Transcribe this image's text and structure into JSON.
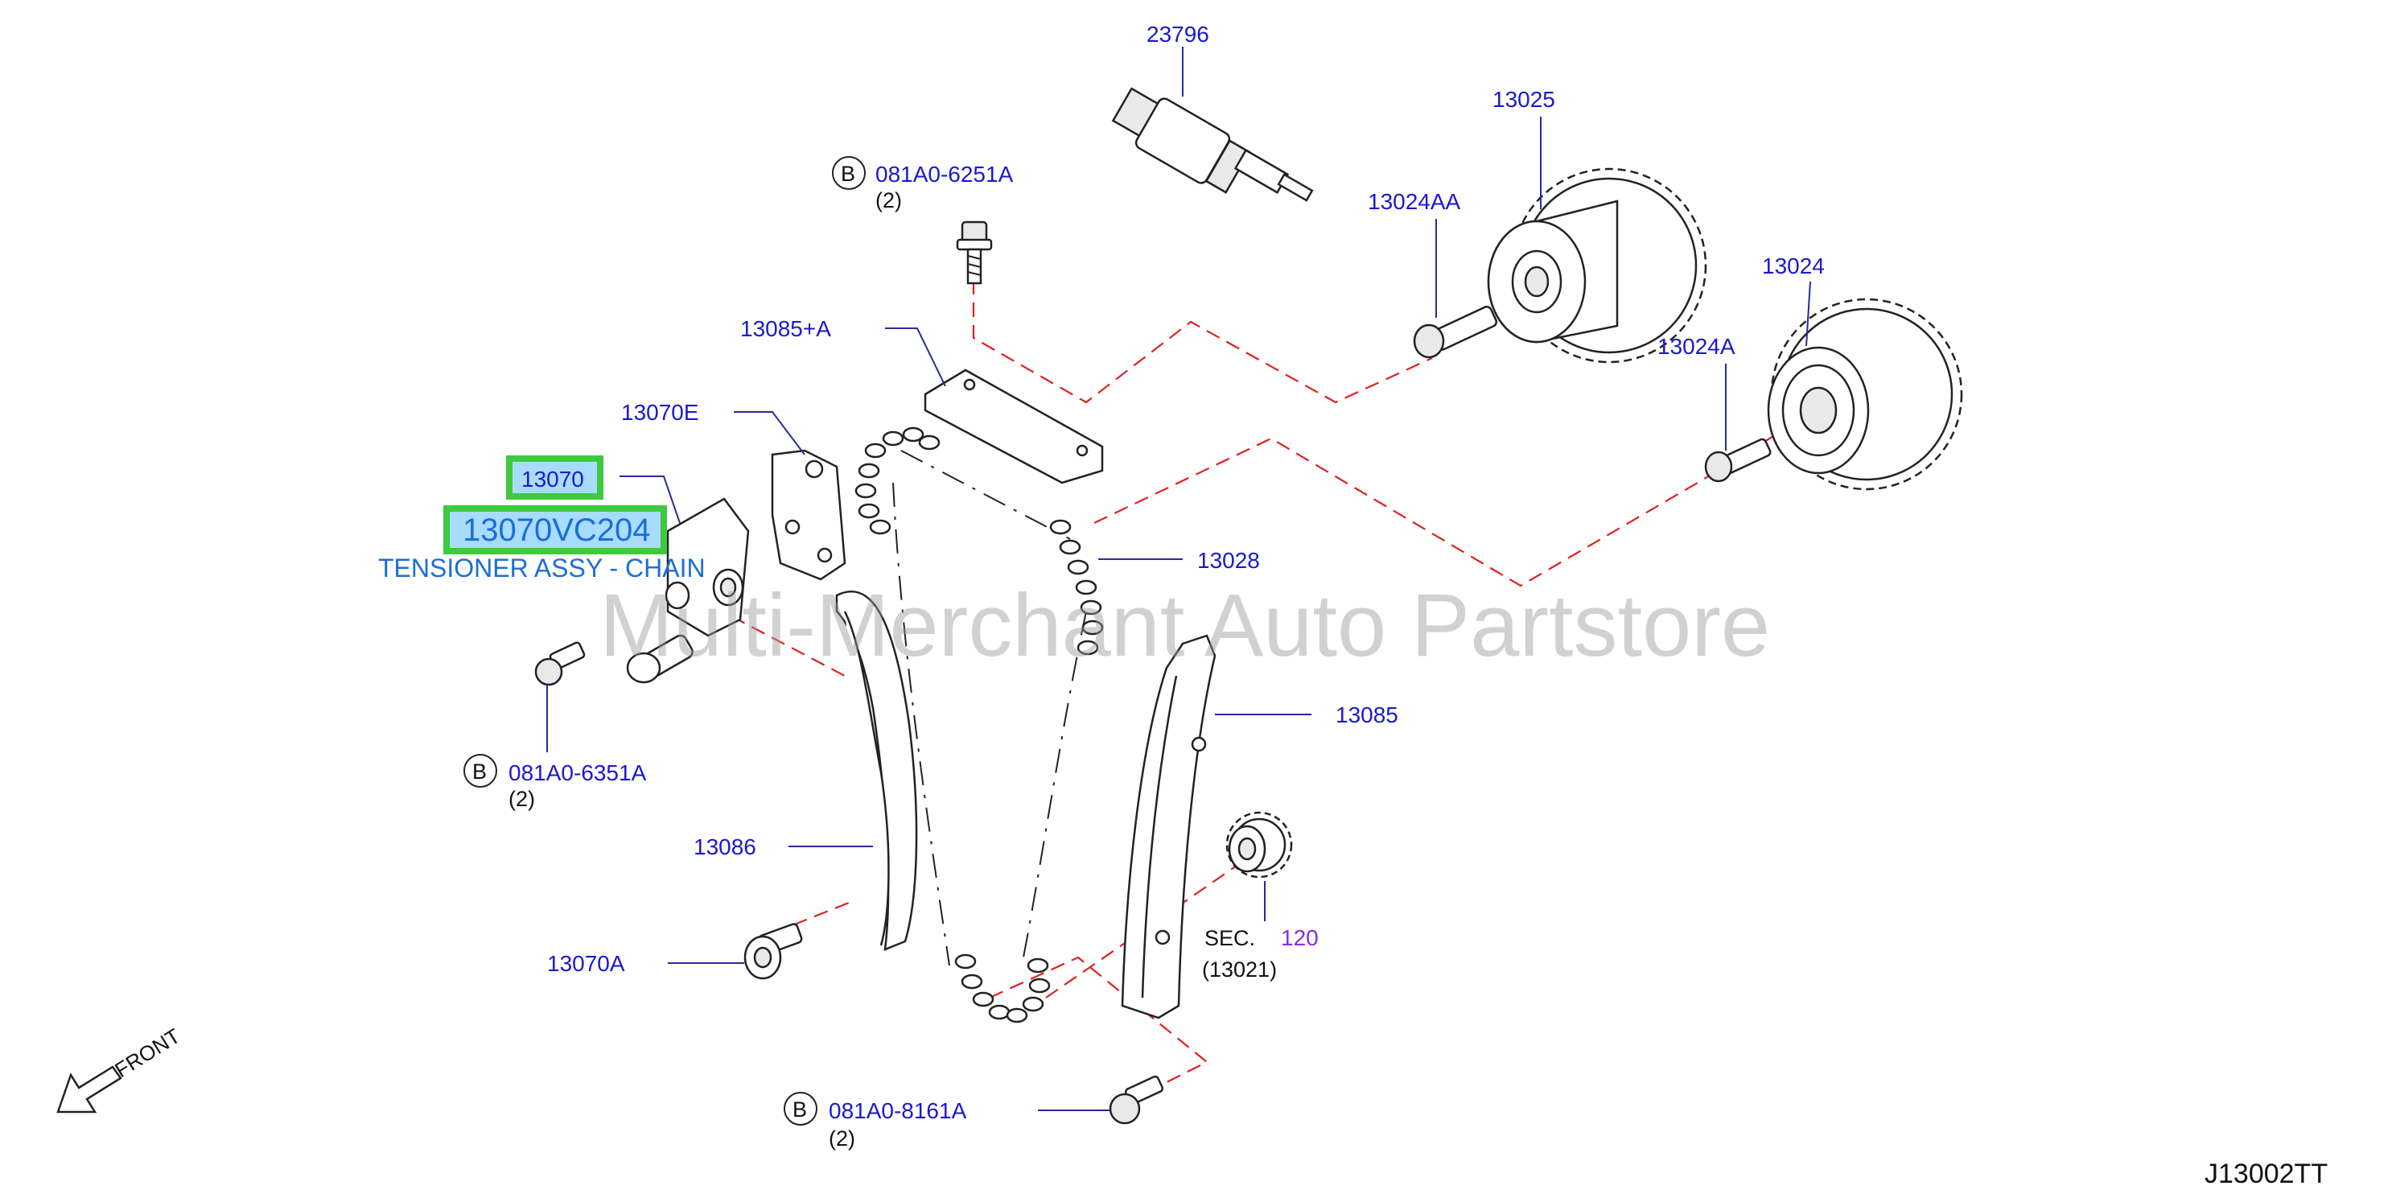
{
  "watermark": "Multi-Merchant Auto Partstore",
  "diagram_code": "J13002TT",
  "front_label": "FRONT",
  "bolt_badge": "B",
  "highlight": {
    "part_label": "13070",
    "part_number": "13070VC204",
    "description": "TENSIONER ASSY - CHAIN"
  },
  "labels": {
    "p23796": "23796",
    "p081A0_6251A": "081A0-6251A",
    "p081A0_6251A_qty": "(2)",
    "p13025": "13025",
    "p13024AA": "13024AA",
    "p13024": "13024",
    "p13024A": "13024A",
    "p13085A": "13085+A",
    "p13070E": "13070E",
    "p13028": "13028",
    "p13085": "13085",
    "p081A0_6351A": "081A0-6351A",
    "p081A0_6351A_qty": "(2)",
    "p13086": "13086",
    "sec_prefix": "SEC.",
    "sec_number": "120",
    "sec_sub": "(13021)",
    "p13070A": "13070A",
    "p081A0_8161A": "081A0-8161A",
    "p081A0_8161A_qty": "(2)"
  },
  "colors": {
    "label_blue": "#1a1acc",
    "highlight_green": "#3ec93e",
    "highlight_fill": "#a8dcff",
    "dash_red": "#e02020",
    "section_purple": "#8a2be2"
  }
}
